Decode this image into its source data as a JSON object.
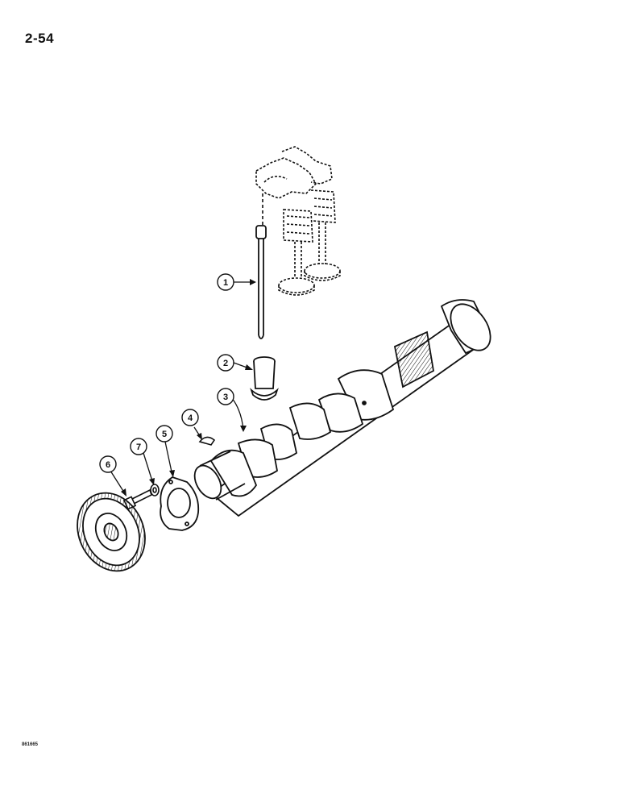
{
  "page": {
    "number": "2-54",
    "figure_id": "861665"
  },
  "callouts": [
    {
      "label": "1"
    },
    {
      "label": "2"
    },
    {
      "label": "3"
    },
    {
      "label": "4"
    },
    {
      "label": "5"
    },
    {
      "label": "6"
    },
    {
      "label": "7"
    }
  ],
  "colors": {
    "ink": "#111111",
    "paper": "#ffffff"
  }
}
